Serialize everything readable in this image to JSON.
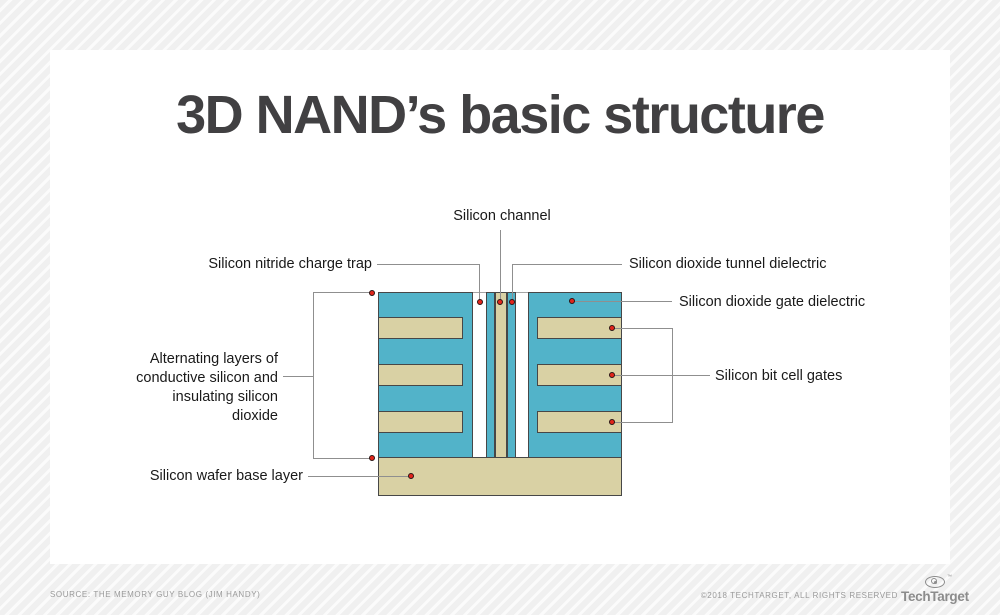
{
  "page": {
    "title": "3D NAND’s basic structure"
  },
  "diagram": {
    "callouts": {
      "channel": "Silicon channel",
      "charge_trap": "Silicon nitride charge trap",
      "tunnel_dielectric": "Silicon dioxide tunnel dielectric",
      "gate_dielectric": "Silicon dioxide gate dielectric",
      "bit_cell_gates": "Silicon bit cell gates",
      "alternating_layers": {
        "lines": [
          "Alternating layers of",
          "conductive silicon and",
          "insulating silicon",
          "dioxide"
        ]
      },
      "base_layer": "Silicon wafer base layer"
    },
    "colors": {
      "insulator_blue": "#52b3c9",
      "silicon_tan": "#d9d1a4",
      "marker_red": "#e1251b",
      "connector_gray": "#8f8f8f"
    }
  },
  "footer": {
    "source": "SOURCE: THE MEMORY GUY BLOG (JIM HANDY)",
    "copyright": "©2018 TECHTARGET, ALL RIGHTS RESERVED",
    "brand": "TechTarget",
    "trademark": "™"
  }
}
